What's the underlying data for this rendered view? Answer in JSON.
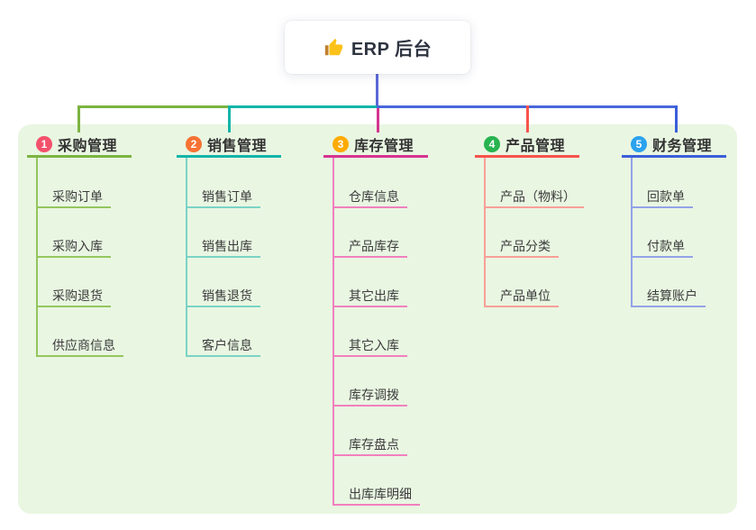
{
  "root": {
    "label": "ERP 后台",
    "icon": "thumbs-up-icon"
  },
  "panel": {
    "background_color": "#E9F6E2"
  },
  "trunk": {
    "root_stub_color": "#5A68D8",
    "right_segment_color": "#4868DB"
  },
  "text_colors": {
    "title": "#333333",
    "child": "#3C3C3C",
    "root": "#2E3440"
  },
  "branches": [
    {
      "num": "1",
      "title": "采购管理",
      "badge_color": "#F4516C",
      "line_color": "#7CB342",
      "child_line_color": "#94C65D",
      "children": [
        "采购订单",
        "采购入库",
        "采购退货",
        "供应商信息"
      ]
    },
    {
      "num": "2",
      "title": "销售管理",
      "badge_color": "#F77234",
      "line_color": "#13B5A9",
      "child_line_color": "#7BD3C6",
      "children": [
        "销售订单",
        "销售出库",
        "销售退货",
        "客户信息"
      ]
    },
    {
      "num": "3",
      "title": "库存管理",
      "badge_color": "#FFAB00",
      "line_color": "#D6348F",
      "child_line_color": "#F180BE",
      "children": [
        "仓库信息",
        "产品库存",
        "其它出库",
        "其它入库",
        "库存调拨",
        "库存盘点",
        "出库库明细"
      ]
    },
    {
      "num": "4",
      "title": "产品管理",
      "badge_color": "#28B350",
      "line_color": "#F8534B",
      "child_line_color": "#F99F97",
      "children": [
        "产品（物料）",
        "产品分类",
        "产品单位"
      ]
    },
    {
      "num": "5",
      "title": "财务管理",
      "badge_color": "#2BA2EE",
      "line_color": "#3A5FD9",
      "child_line_color": "#93A3E8",
      "children": [
        "回款单",
        "付款单",
        "结算账户"
      ]
    }
  ]
}
